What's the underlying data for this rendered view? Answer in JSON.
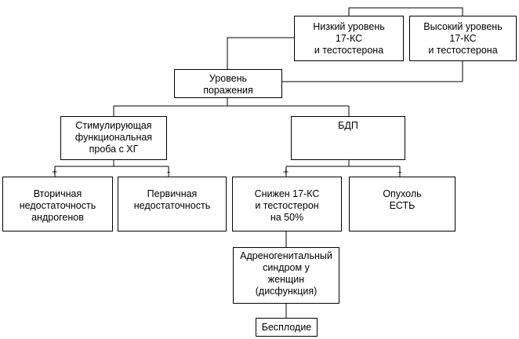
{
  "nodes": {
    "low_level": [
      "Низкий уровень",
      "17-КС",
      "и тестостерона"
    ],
    "high_level": [
      "Высокий уровень",
      "17-КС",
      "и тестостерона"
    ],
    "lesion_level": [
      "Уровень",
      "поражения"
    ],
    "hcg_test": [
      "Стимулирующая",
      "функциональная",
      "проба с ХГ"
    ],
    "bdp": [
      "БДП"
    ],
    "secondary": [
      "Вторичная",
      "недостаточность",
      "андрогенов"
    ],
    "primary": [
      "Первичная",
      "недостаточность"
    ],
    "reduced": [
      "Снижен 17-КС",
      "и тестостерон",
      "на 50%"
    ],
    "tumor": [
      "Опухоль",
      "ЕСТЬ"
    ],
    "ags": [
      "Адреногенитальный",
      "синдром у",
      "женщин",
      "(дисфункция)"
    ],
    "infertility": [
      "Бесплодие"
    ]
  },
  "signs": {
    "secondary": "+",
    "primary": "-",
    "reduced": "+",
    "tumor": "-"
  }
}
